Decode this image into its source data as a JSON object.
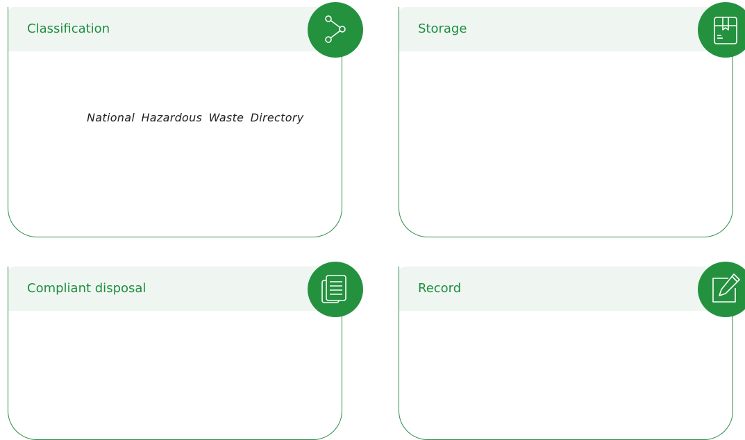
{
  "cards": [
    {
      "title": "Classification",
      "icon": "share-icon"
    },
    {
      "title": "Storage",
      "icon": "box-icon"
    },
    {
      "title": "Compliant disposal",
      "icon": "document-icon"
    },
    {
      "title": "Record",
      "icon": "edit-icon"
    }
  ],
  "classification": {
    "note": "National Hazardous Waste Directory"
  },
  "colors": {
    "accent": "#24913f",
    "title_text": "#1f8d3f",
    "header_bg": "#eff6f1",
    "border": "#2c8c46"
  }
}
